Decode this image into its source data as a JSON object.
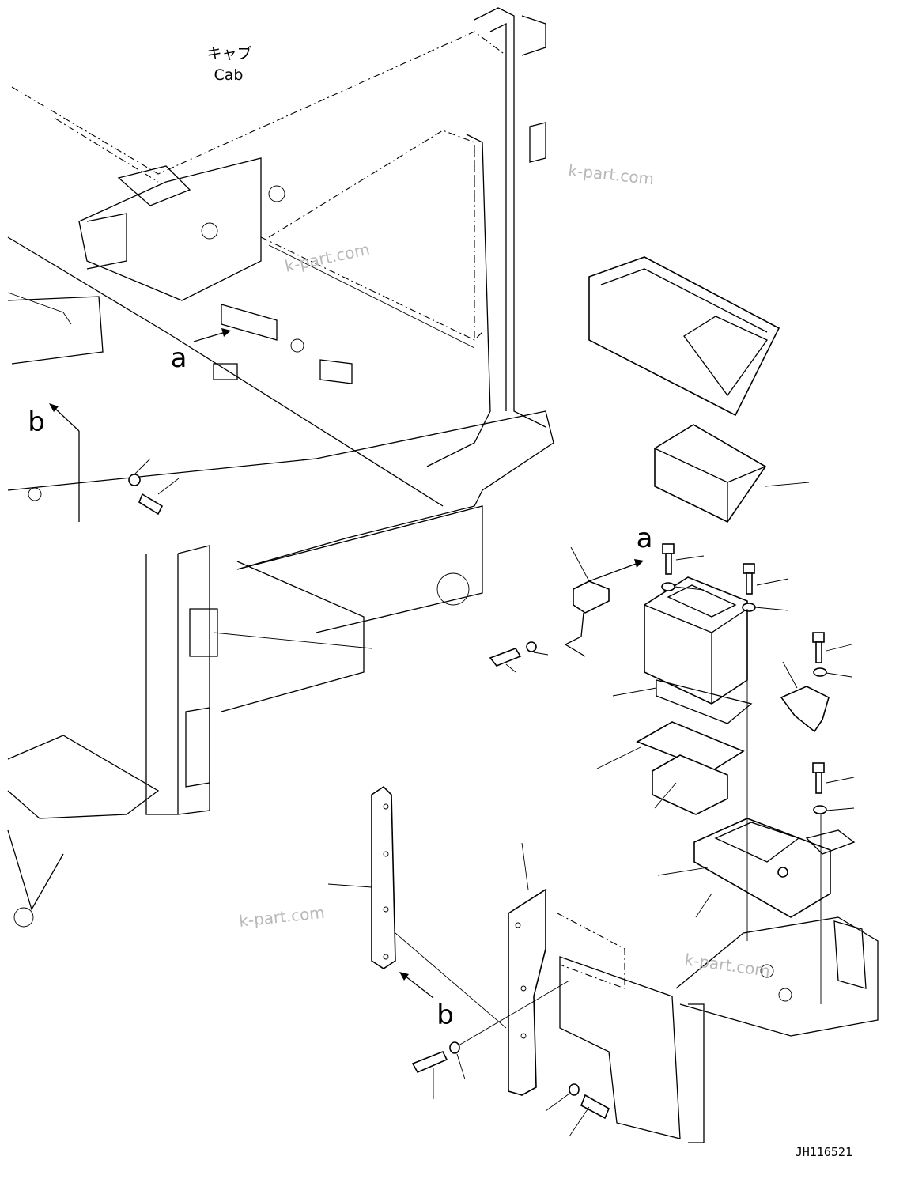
{
  "title_jp": "キャブ",
  "title_en": "Cab",
  "callout_a_top": "a",
  "callout_a_right": "a",
  "callout_b_left": "b",
  "callout_b_bottom": "b",
  "watermarks": [
    "k-part.com",
    "k-part.com",
    "k-part.com",
    "k-part.com"
  ],
  "drawing_number": "JH116521"
}
